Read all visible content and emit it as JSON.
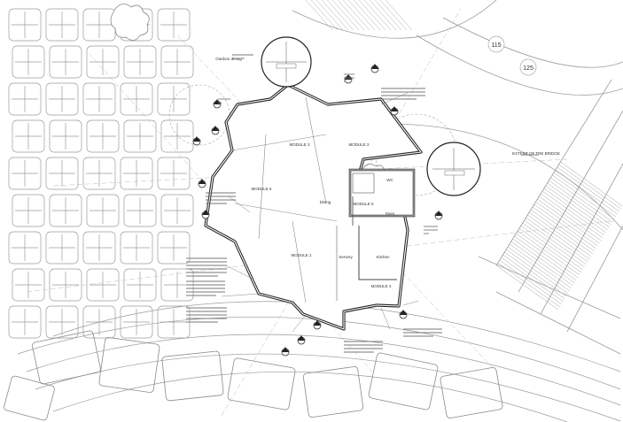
{
  "drawing": {
    "labels": {
      "module_1": "MODULE 1",
      "module_2": "MODULE 2",
      "module_3": "MODULE 3",
      "module_4": "MODULE 4",
      "module_5": "MODULE 5",
      "module_6": "MODULE 6",
      "outdoor_dining": "Outdoor dining",
      "dining": "Dining",
      "servery": "Servery",
      "kitchen": "Kitchen",
      "store": "Store",
      "wc": "WC",
      "extent_of_the_bridge": "EXTENT OF TRE BRIDGE"
    },
    "gridlines": [
      "115",
      "125"
    ],
    "colors": {
      "ink": "#333333",
      "ink_light": "#9a9a9a",
      "paper": "#ffffff"
    }
  }
}
